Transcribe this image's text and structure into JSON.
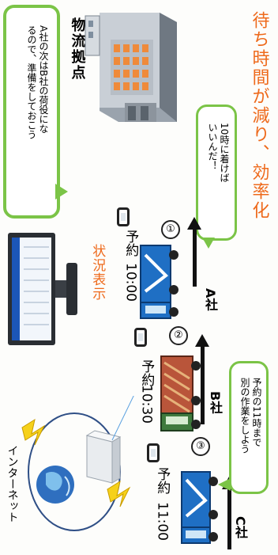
{
  "bubble_top_note": {
    "line1": "A社の次はB社の荷役にな",
    "line2": "るので、準備をしておこう"
  },
  "depot_label": "物流拠点",
  "headline": "待ち時間が減り、効率化",
  "bubble_a": {
    "line1": "10時に着けば",
    "line2": "いいんだ！"
  },
  "status_display": "状況表示",
  "internet_label": "インターネット",
  "bubble_c": {
    "line1": "予約の11時まで",
    "line2": "別の作業をしよう"
  },
  "reservations": [
    {
      "number": "①",
      "time": "10:00",
      "label": "予約",
      "company": "A社"
    },
    {
      "number": "②",
      "time": "10:30",
      "label": "予約",
      "company": "B社"
    },
    {
      "number": "③",
      "time": "11:00",
      "label": "予約",
      "company": "C社"
    }
  ],
  "colors": {
    "accent_orange": "#ee6a1c",
    "bubble_green": "#7bc447",
    "truck_blue": "#1f6fc4"
  }
}
